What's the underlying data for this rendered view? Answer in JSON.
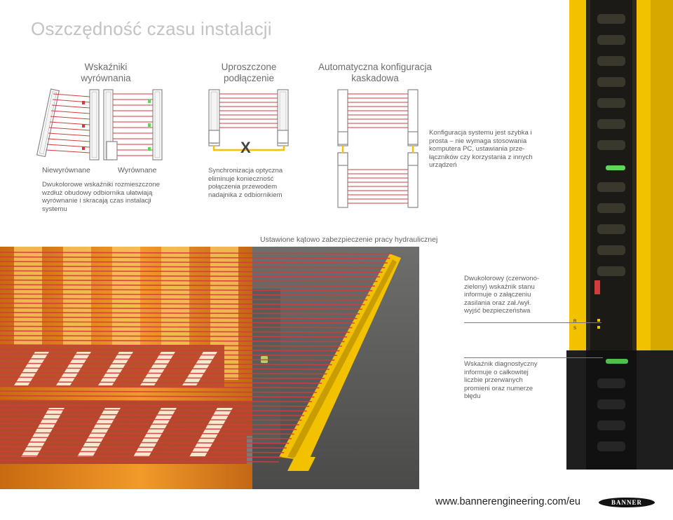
{
  "page": {
    "title": "Oszczędność czasu instalacji"
  },
  "columns": {
    "alignment": {
      "heading": "Wskaźniki wyrównania",
      "label_misaligned": "Niewyrównane",
      "label_aligned": "Wyrównane",
      "description": "Dwukolorowe wskaźniki rozmieszczone wzdłuż obudowy odbiornika ułatwiają wyrównanie i skracają czas instalacji systemu"
    },
    "connection": {
      "heading": "Uproszczone podłączenie",
      "description": "Synchronizacja optyczna eliminuje konieczność połączenia przewodem nadajnika z odbiornikiem",
      "x_mark": "X"
    },
    "cascade": {
      "heading": "Automatyczna konfiguracja kaskadowa",
      "description": "Konfiguracja systemu jest szybka i prosta – nie wymaga stosowania komputera PC, ustawiania prze-łączników czy korzystania z innych urządzeń"
    }
  },
  "photo": {
    "caption": "Ustawione kątowo zabezpieczenie pracy hydraulicznej",
    "callout_indicator": "Dwukolorowy (czerwono-zielony) wskaźnik stanu informuje o załączeniu zasilania oraz zał./wył. wyjść bezpieczeństwa",
    "callout_diagnostic": "Wskaźnik diagnostyczny informuje o całkowitej liczbie przerwanych promieni oraz numerze błędu",
    "device_letters": [
      "R",
      "S"
    ]
  },
  "footer": {
    "url": "www.bannerengineering.com/eu",
    "logo_text": "BANNER"
  },
  "colors": {
    "beam_red": "#d23c3c",
    "housing_yellow": "#f2c100",
    "indicator_green": "#63d45a"
  }
}
